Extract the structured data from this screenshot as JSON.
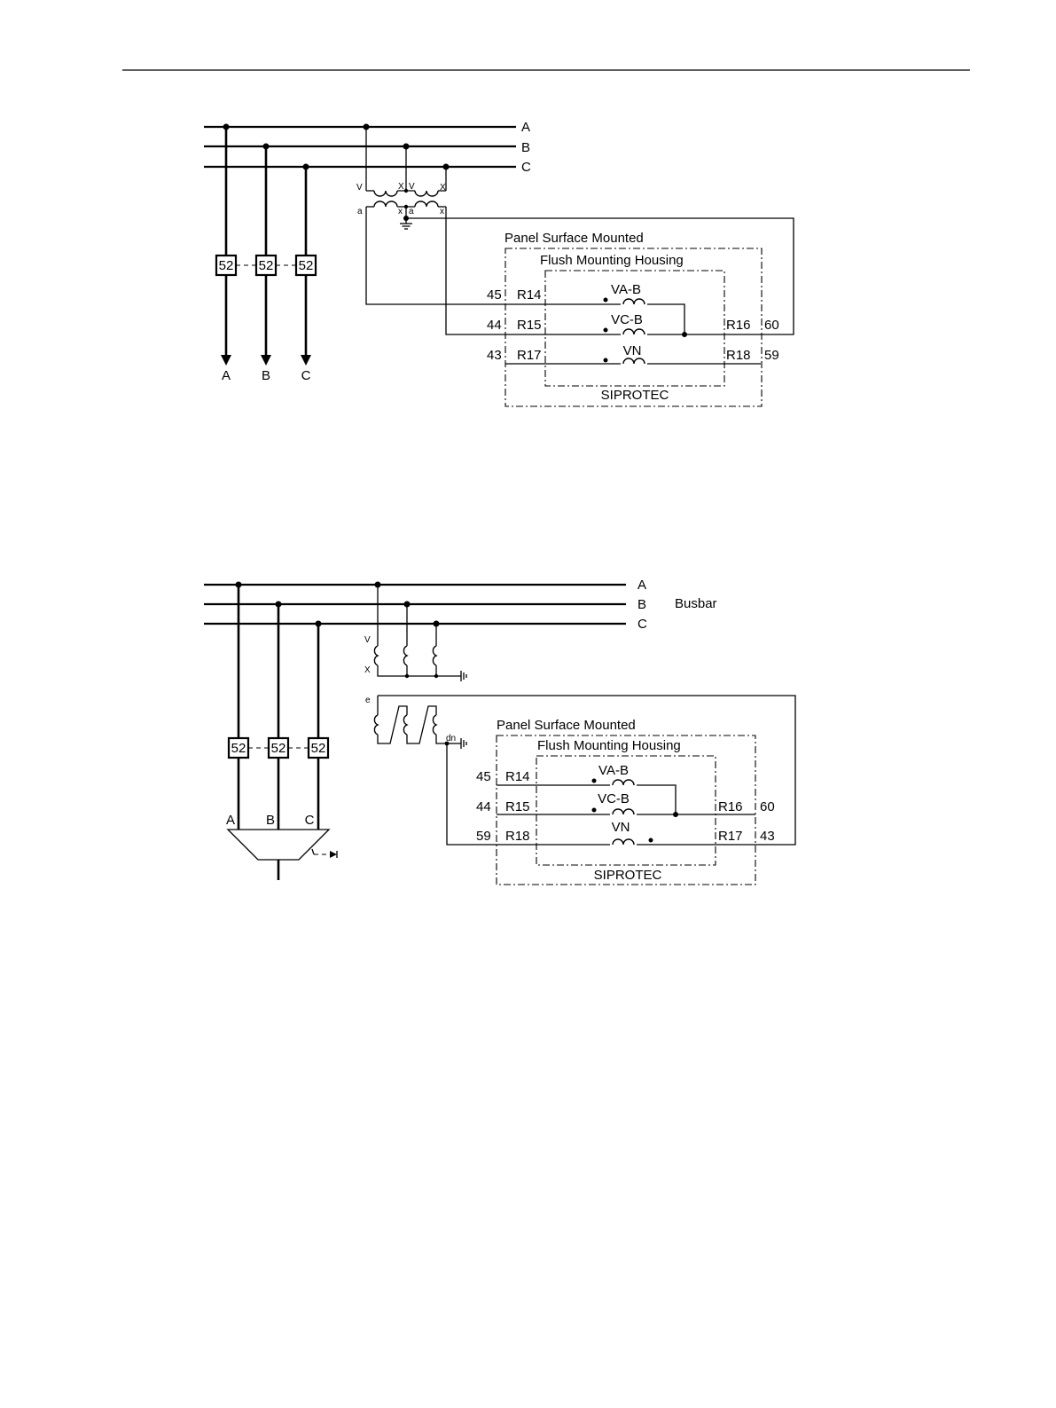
{
  "diagram1": {
    "phases": [
      "A",
      "B",
      "C"
    ],
    "feeder_labels": [
      "A",
      "B",
      "C"
    ],
    "breaker_label": "52",
    "vt_primary_labels": [
      "V",
      "X",
      "V",
      "X"
    ],
    "vt_secondary_labels": [
      "a",
      "x",
      "a",
      "x"
    ],
    "outer_box": "Panel Surface Mounted",
    "inner_box": "Flush Mounting Housing",
    "device": "SIPROTEC",
    "inputs": [
      {
        "name": "VA-B",
        "left_pin": "45",
        "left_term": "R14",
        "right_term": "",
        "right_pin": ""
      },
      {
        "name": "VC-B",
        "left_pin": "44",
        "left_term": "R15",
        "right_term": "R16",
        "right_pin": "60"
      },
      {
        "name": "VN",
        "left_pin": "43",
        "left_term": "R17",
        "right_term": "R18",
        "right_pin": "59"
      }
    ]
  },
  "diagram2": {
    "phases": [
      "A",
      "B",
      "C"
    ],
    "busbar_label": "Busbar",
    "feeder_labels": [
      "A",
      "B",
      "C"
    ],
    "breaker_label": "52",
    "vt_primary_labels": [
      "V",
      "X"
    ],
    "vt_secondary_labels": [
      "e",
      "dn"
    ],
    "outer_box": "Panel Surface Mounted",
    "inner_box": "Flush Mounting Housing",
    "device": "SIPROTEC",
    "inputs": [
      {
        "name": "VA-B",
        "left_pin": "45",
        "left_term": "R14",
        "right_term": "",
        "right_pin": ""
      },
      {
        "name": "VC-B",
        "left_pin": "44",
        "left_term": "R15",
        "right_term": "R16",
        "right_pin": "60"
      },
      {
        "name": "VN",
        "left_pin": "59",
        "left_term": "R18",
        "right_term": "R17",
        "right_pin": "43"
      }
    ]
  }
}
